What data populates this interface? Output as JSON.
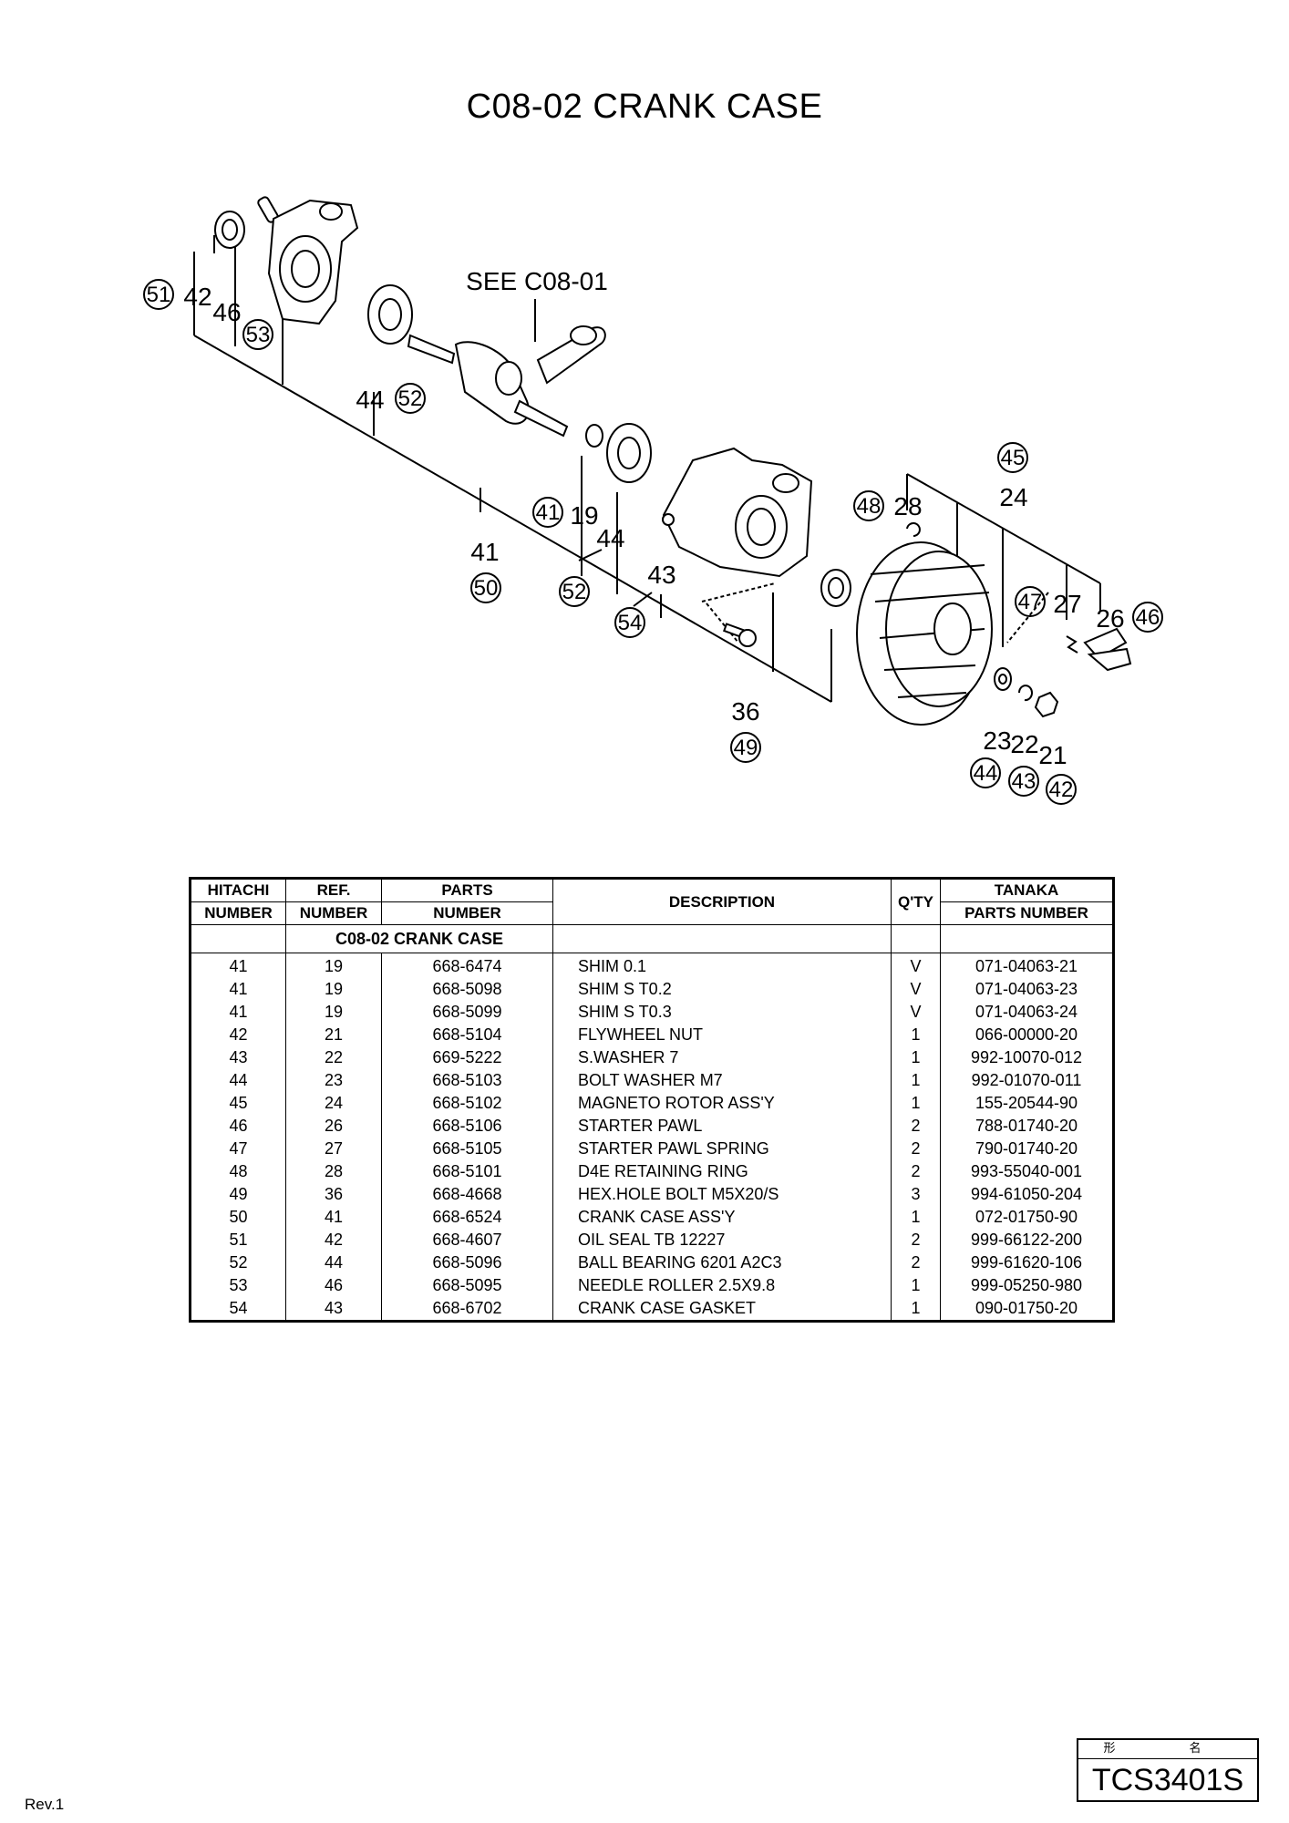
{
  "page": {
    "title": "C08-02 CRANK CASE",
    "revision": "Rev.1",
    "model_label": "形　名",
    "model_value": "TCS3401S"
  },
  "diagram": {
    "see_reference": "SEE C08-01",
    "callouts": {
      "c51": "51",
      "n42a": "42",
      "n46a": "46",
      "c53": "53",
      "n44a": "44",
      "c52a": "52",
      "n41": "41",
      "c50": "50",
      "c41": "41",
      "n19": "19",
      "n44b": "44",
      "c52b": "52",
      "n43": "43",
      "c54": "54",
      "n36": "36",
      "c49": "49",
      "c48": "48",
      "n28": "28",
      "c45": "45",
      "n24": "24",
      "c47": "47",
      "n27": "27",
      "n26": "26",
      "c46": "46",
      "n23": "23",
      "n22": "22",
      "n21": "21",
      "c44": "44",
      "c43": "43",
      "c42": "42"
    }
  },
  "table": {
    "headers": {
      "hitachi_1": "HITACHI",
      "hitachi_2": "NUMBER",
      "ref_1": "REF.",
      "ref_2": "NUMBER",
      "parts_1": "PARTS",
      "parts_2": "NUMBER",
      "description": "DESCRIPTION",
      "qty": "Q'TY",
      "tanaka_1": "TANAKA",
      "tanaka_2": "PARTS NUMBER"
    },
    "section_title": "C08-02 CRANK CASE",
    "rows": [
      {
        "hitachi": "41",
        "ref": "19",
        "part": "668-6474",
        "desc": "SHIM 0.1",
        "qty": "V",
        "tanaka": "071-04063-21"
      },
      {
        "hitachi": "41",
        "ref": "19",
        "part": "668-5098",
        "desc": "SHIM S T0.2",
        "qty": "V",
        "tanaka": "071-04063-23"
      },
      {
        "hitachi": "41",
        "ref": "19",
        "part": "668-5099",
        "desc": "SHIM S T0.3",
        "qty": "V",
        "tanaka": "071-04063-24"
      },
      {
        "hitachi": "42",
        "ref": "21",
        "part": "668-5104",
        "desc": "FLYWHEEL NUT",
        "qty": "1",
        "tanaka": "066-00000-20"
      },
      {
        "hitachi": "43",
        "ref": "22",
        "part": "669-5222",
        "desc": "S.WASHER 7",
        "qty": "1",
        "tanaka": "992-10070-012"
      },
      {
        "hitachi": "44",
        "ref": "23",
        "part": "668-5103",
        "desc": "BOLT WASHER M7",
        "qty": "1",
        "tanaka": "992-01070-011"
      },
      {
        "hitachi": "45",
        "ref": "24",
        "part": "668-5102",
        "desc": "MAGNETO ROTOR ASS'Y",
        "qty": "1",
        "tanaka": "155-20544-90"
      },
      {
        "hitachi": "46",
        "ref": "26",
        "part": "668-5106",
        "desc": "STARTER PAWL",
        "qty": "2",
        "tanaka": "788-01740-20"
      },
      {
        "hitachi": "47",
        "ref": "27",
        "part": "668-5105",
        "desc": "STARTER PAWL SPRING",
        "qty": "2",
        "tanaka": "790-01740-20"
      },
      {
        "hitachi": "48",
        "ref": "28",
        "part": "668-5101",
        "desc": "D4E RETAINING RING",
        "qty": "2",
        "tanaka": "993-55040-001"
      },
      {
        "hitachi": "49",
        "ref": "36",
        "part": "668-4668",
        "desc": "HEX.HOLE BOLT M5X20/S",
        "qty": "3",
        "tanaka": "994-61050-204"
      },
      {
        "hitachi": "50",
        "ref": "41",
        "part": "668-6524",
        "desc": "CRANK CASE ASS'Y",
        "qty": "1",
        "tanaka": "072-01750-90"
      },
      {
        "hitachi": "51",
        "ref": "42",
        "part": "668-4607",
        "desc": "OIL SEAL TB 12227",
        "qty": "2",
        "tanaka": "999-66122-200"
      },
      {
        "hitachi": "52",
        "ref": "44",
        "part": "668-5096",
        "desc": "BALL BEARING 6201 A2C3",
        "qty": "2",
        "tanaka": "999-61620-106"
      },
      {
        "hitachi": "53",
        "ref": "46",
        "part": "668-5095",
        "desc": "NEEDLE ROLLER 2.5X9.8",
        "qty": "1",
        "tanaka": "999-05250-980"
      },
      {
        "hitachi": "54",
        "ref": "43",
        "part": "668-6702",
        "desc": "CRANK CASE GASKET",
        "qty": "1",
        "tanaka": "090-01750-20"
      }
    ]
  }
}
